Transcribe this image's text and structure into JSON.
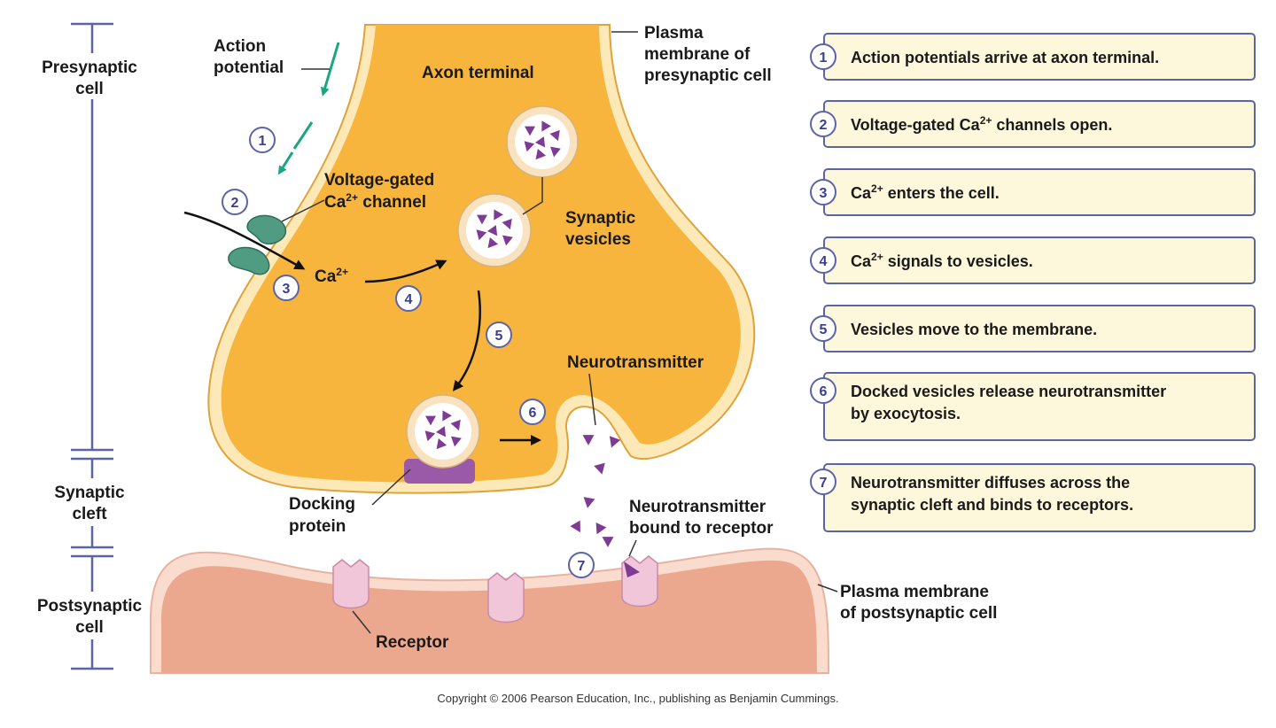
{
  "colors": {
    "presynaptic_fill": "#f7b53d",
    "presynaptic_edge": "#fde8b8",
    "postsynaptic_fill": "#eba88e",
    "postsynaptic_edge": "#f9dccd",
    "vesicle_fill": "#ffffff",
    "vesicle_ring": "#f8e2bf",
    "neurotransmitter": "#7d3b96",
    "docking_protein": "#9b5aa8",
    "receptor": "#f0c6d8",
    "channel": "#4f9c83",
    "arrow_teal": "#1aa681",
    "scale_bar": "#5c64a8",
    "step_box_fill": "#fdf7dc",
    "step_box_border": "#5c64a8"
  },
  "regions": {
    "presynaptic": [
      "Presynaptic",
      "cell"
    ],
    "cleft": [
      "Synaptic",
      "cleft"
    ],
    "postsynaptic": [
      "Postsynaptic",
      "cell"
    ]
  },
  "labels": {
    "action_potential": [
      "Action",
      "potential"
    ],
    "axon_terminal": "Axon terminal",
    "plasma_pre": [
      "Plasma",
      "membrane of",
      "presynaptic cell"
    ],
    "vgcc_line1": "Voltage-gated",
    "vgcc_ca": "Ca",
    "vgcc_sup": "2+",
    "vgcc_rest": " channel",
    "ca_ion": "Ca",
    "ca_ion_sup": "2+",
    "synaptic_vesicles": [
      "Synaptic",
      "vesicles"
    ],
    "neurotransmitter": "Neurotransmitter",
    "docking_protein": [
      "Docking",
      "protein"
    ],
    "nt_bound": [
      "Neurotransmitter",
      "bound to receptor"
    ],
    "receptor": "Receptor",
    "plasma_post": [
      "Plasma membrane",
      "of postsynaptic cell"
    ]
  },
  "diagram_numbers": [
    "1",
    "2",
    "3",
    "4",
    "5",
    "6",
    "7"
  ],
  "steps": [
    {
      "num": "1",
      "lines": [
        "Action potentials arrive at axon terminal."
      ]
    },
    {
      "num": "2",
      "pre": "Voltage-gated Ca",
      "sup": "2+",
      "post": " channels open."
    },
    {
      "num": "3",
      "pre": "Ca",
      "sup": "2+",
      "post": " enters the cell."
    },
    {
      "num": "4",
      "pre": "Ca",
      "sup": "2+",
      "post": " signals to vesicles."
    },
    {
      "num": "5",
      "lines": [
        "Vesicles move to the membrane."
      ]
    },
    {
      "num": "6",
      "lines": [
        "Docked vesicles release neurotransmitter",
        "by exocytosis."
      ]
    },
    {
      "num": "7",
      "lines": [
        "Neurotransmitter diffuses across the",
        "synaptic cleft and binds to receptors."
      ]
    }
  ],
  "copyright": "Copyright © 2006 Pearson Education, Inc., publishing as Benjamin Cummings."
}
